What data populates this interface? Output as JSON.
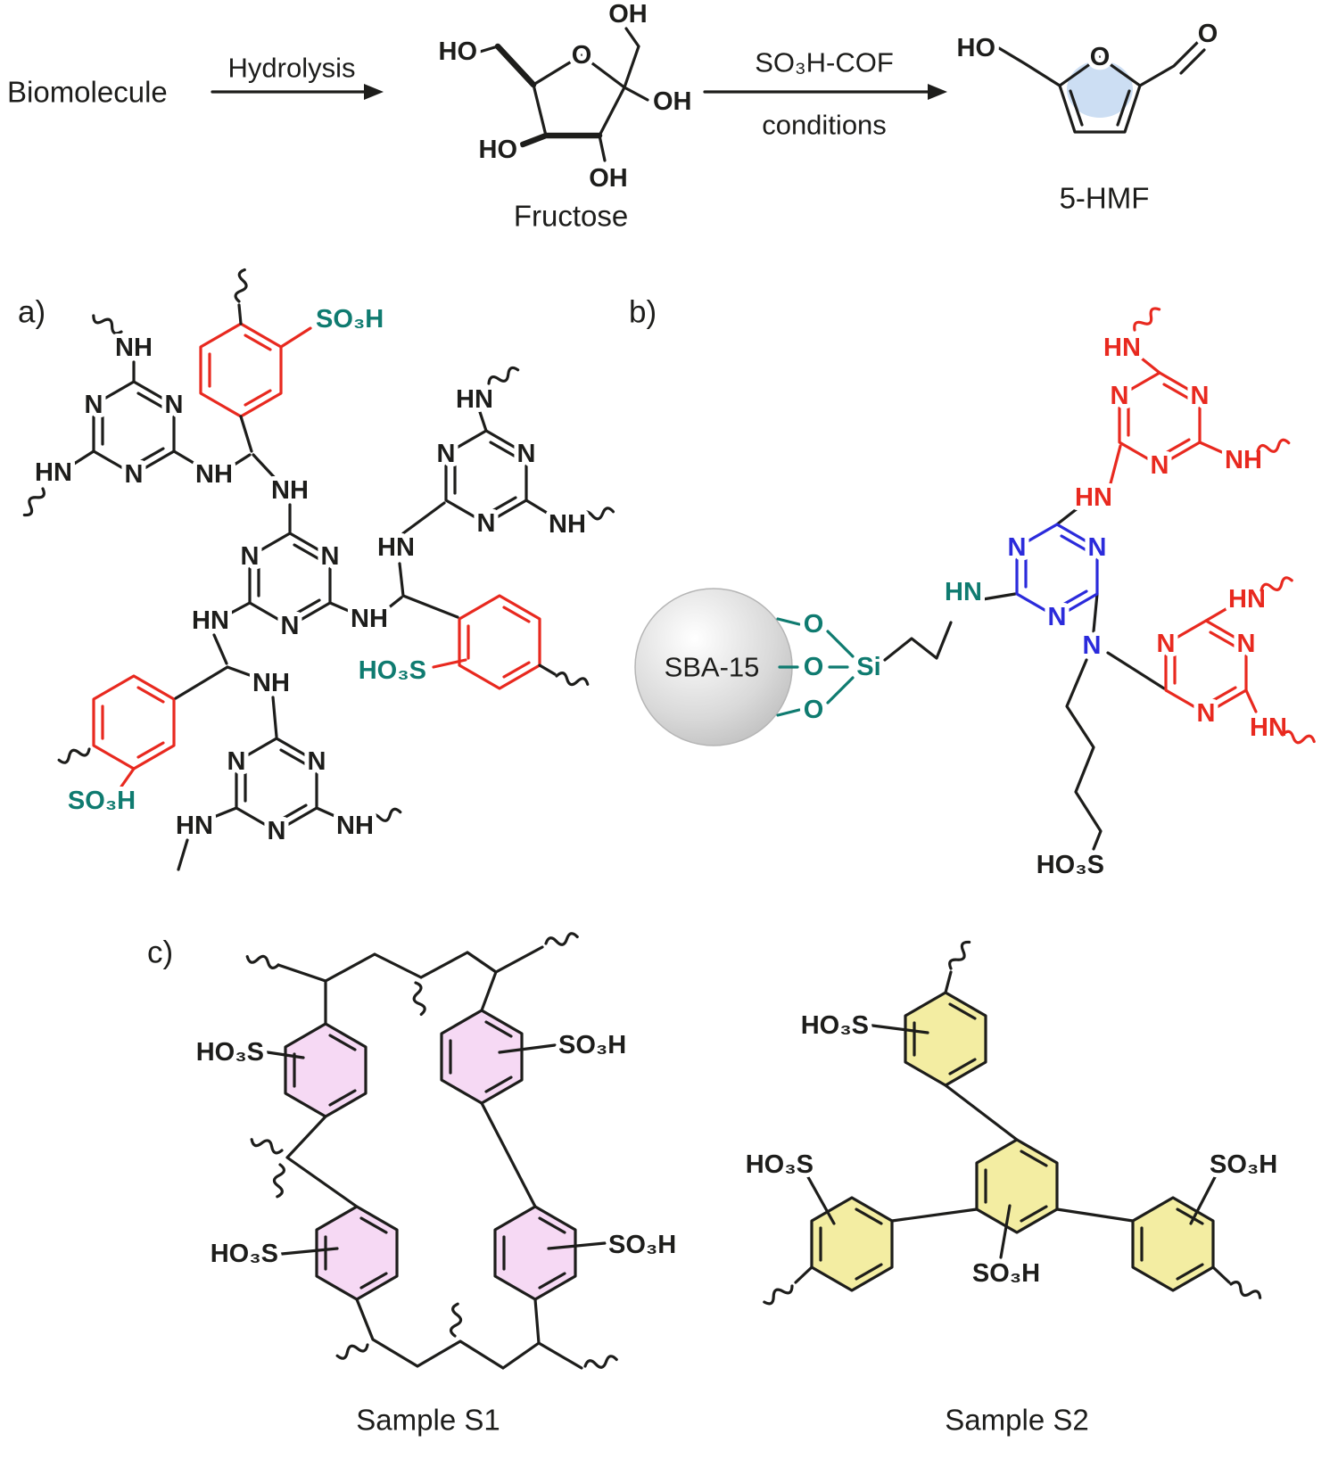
{
  "colors": {
    "ink": "#1d1d1b",
    "red": "#e8291f",
    "teal": "#0f7b70",
    "blue": "#2b2bdb",
    "pink": "#f6d9f4",
    "yellow": "#f3eda2",
    "highlight": "#c9dcf2",
    "sphere": "#d9d9d9"
  },
  "scheme": {
    "reactant": "Biomolecule",
    "step1": "Hydrolysis",
    "intermediate": "Fructose",
    "step2_reagent": "SO₃H-COF",
    "step2_conditions": "conditions",
    "product": "5-HMF"
  },
  "atoms": {
    "n": "N",
    "nh": "NH",
    "hn": "HN",
    "o": "O",
    "oh": "OH",
    "ho": "HO",
    "si": "Si",
    "so3h": "SO₃H",
    "ho3s": "HO₃S"
  },
  "panel_a": {
    "label": "a)"
  },
  "panel_b": {
    "label": "b)",
    "support": "SBA-15"
  },
  "panel_c": {
    "label": "c)",
    "sample1": "Sample S1",
    "sample2": "Sample S2"
  }
}
